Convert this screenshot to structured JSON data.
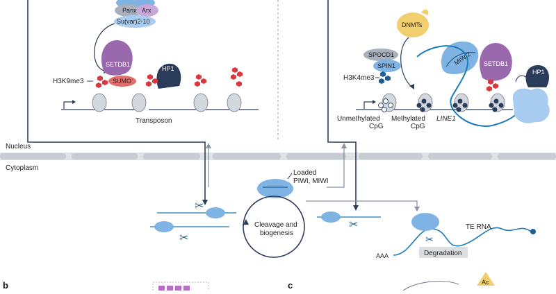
{
  "labels": {
    "panx": "Panx",
    "arx": "Arx",
    "suvar": "Su(var)2-10",
    "setdb1_left": "SETDB1",
    "setdb1_right": "SETDB1",
    "sumo": "SUMO",
    "hp1_left": "HP1",
    "hp1_right": "HP1",
    "h3k9me3": "H3K9me3",
    "h3k4me3": "H3K4me3",
    "transposon": "Transposon",
    "dnmts": "DNMTs",
    "spocd1": "SPOCD1",
    "spin1": "SPIN1",
    "miwi2": "MIWI2",
    "unmethylated_line1": "Unmethylated",
    "unmethylated_line2": "CpG",
    "methylated_line1": "Methylated",
    "methylated_line2": "CpG",
    "line1": "LINE1",
    "nucleus": "Nucleus",
    "cytoplasm": "Cytoplasm",
    "loaded_line1": "Loaded",
    "loaded_line2": "PIWI, MIWI",
    "cycle_line1": "Cleavage and",
    "cycle_line2": "biogenesis",
    "te_rna": "TE RNA",
    "aaa": "AAA",
    "degradation": "Degradation",
    "panel_b": "b",
    "panel_c": "c",
    "ac": "Ac"
  },
  "colors": {
    "purple": "#9a68ad",
    "salmon": "#e06f6b",
    "navy": "#2b3c5a",
    "red_marks": "#d8383e",
    "dnmt_yellow": "#f2cf6e",
    "grey_protein": "#a9b0bd",
    "blue_protein": "#7fb3e3",
    "light_blue": "#a9cdf0",
    "dark_blue": "#1c5e92",
    "teal_rna": "#1a7bb3",
    "membrane": "#c7cbd2",
    "degradation_box": "#dcdee2"
  }
}
